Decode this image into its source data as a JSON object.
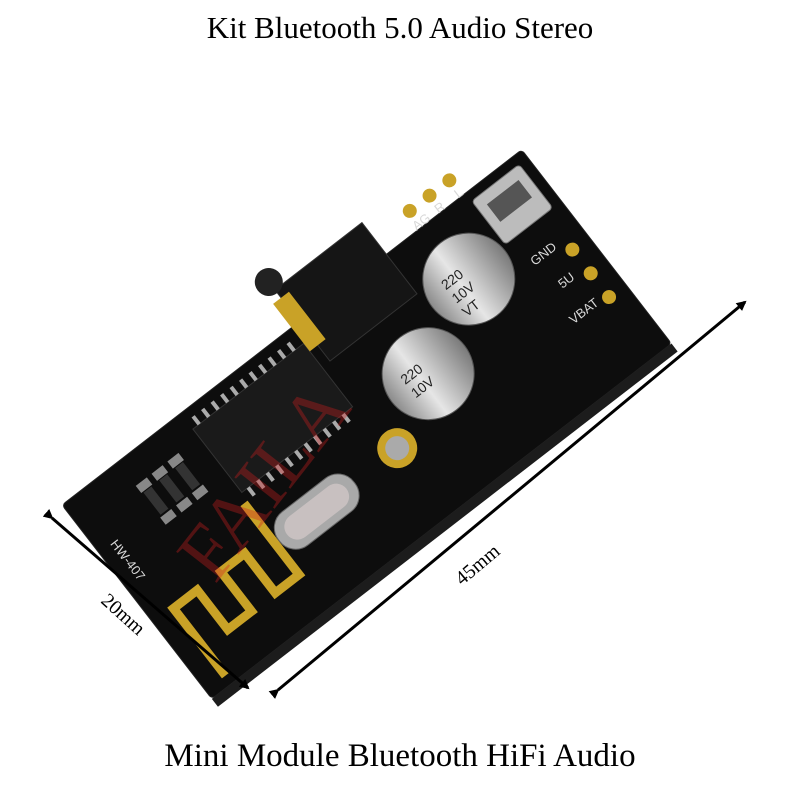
{
  "header": {
    "title": "Kit Bluetooth 5.0 Audio Stereo"
  },
  "footer": {
    "title": "Mini Module Bluetooth HiFi Audio"
  },
  "board": {
    "model": "HW-407",
    "audio_pins": [
      "L",
      "R",
      "AG"
    ],
    "power_pins": [
      "VBAT",
      "5U",
      "GND"
    ],
    "capacitor_label": [
      "220",
      "10V",
      "VT"
    ]
  },
  "dimensions": {
    "width": "20mm",
    "length": "45mm"
  },
  "watermark": "FAILA",
  "colors": {
    "pcb": "#0d0d0d",
    "gold": "#c9a227",
    "silk": "#d8d8d8",
    "watermark": "#d42020"
  }
}
